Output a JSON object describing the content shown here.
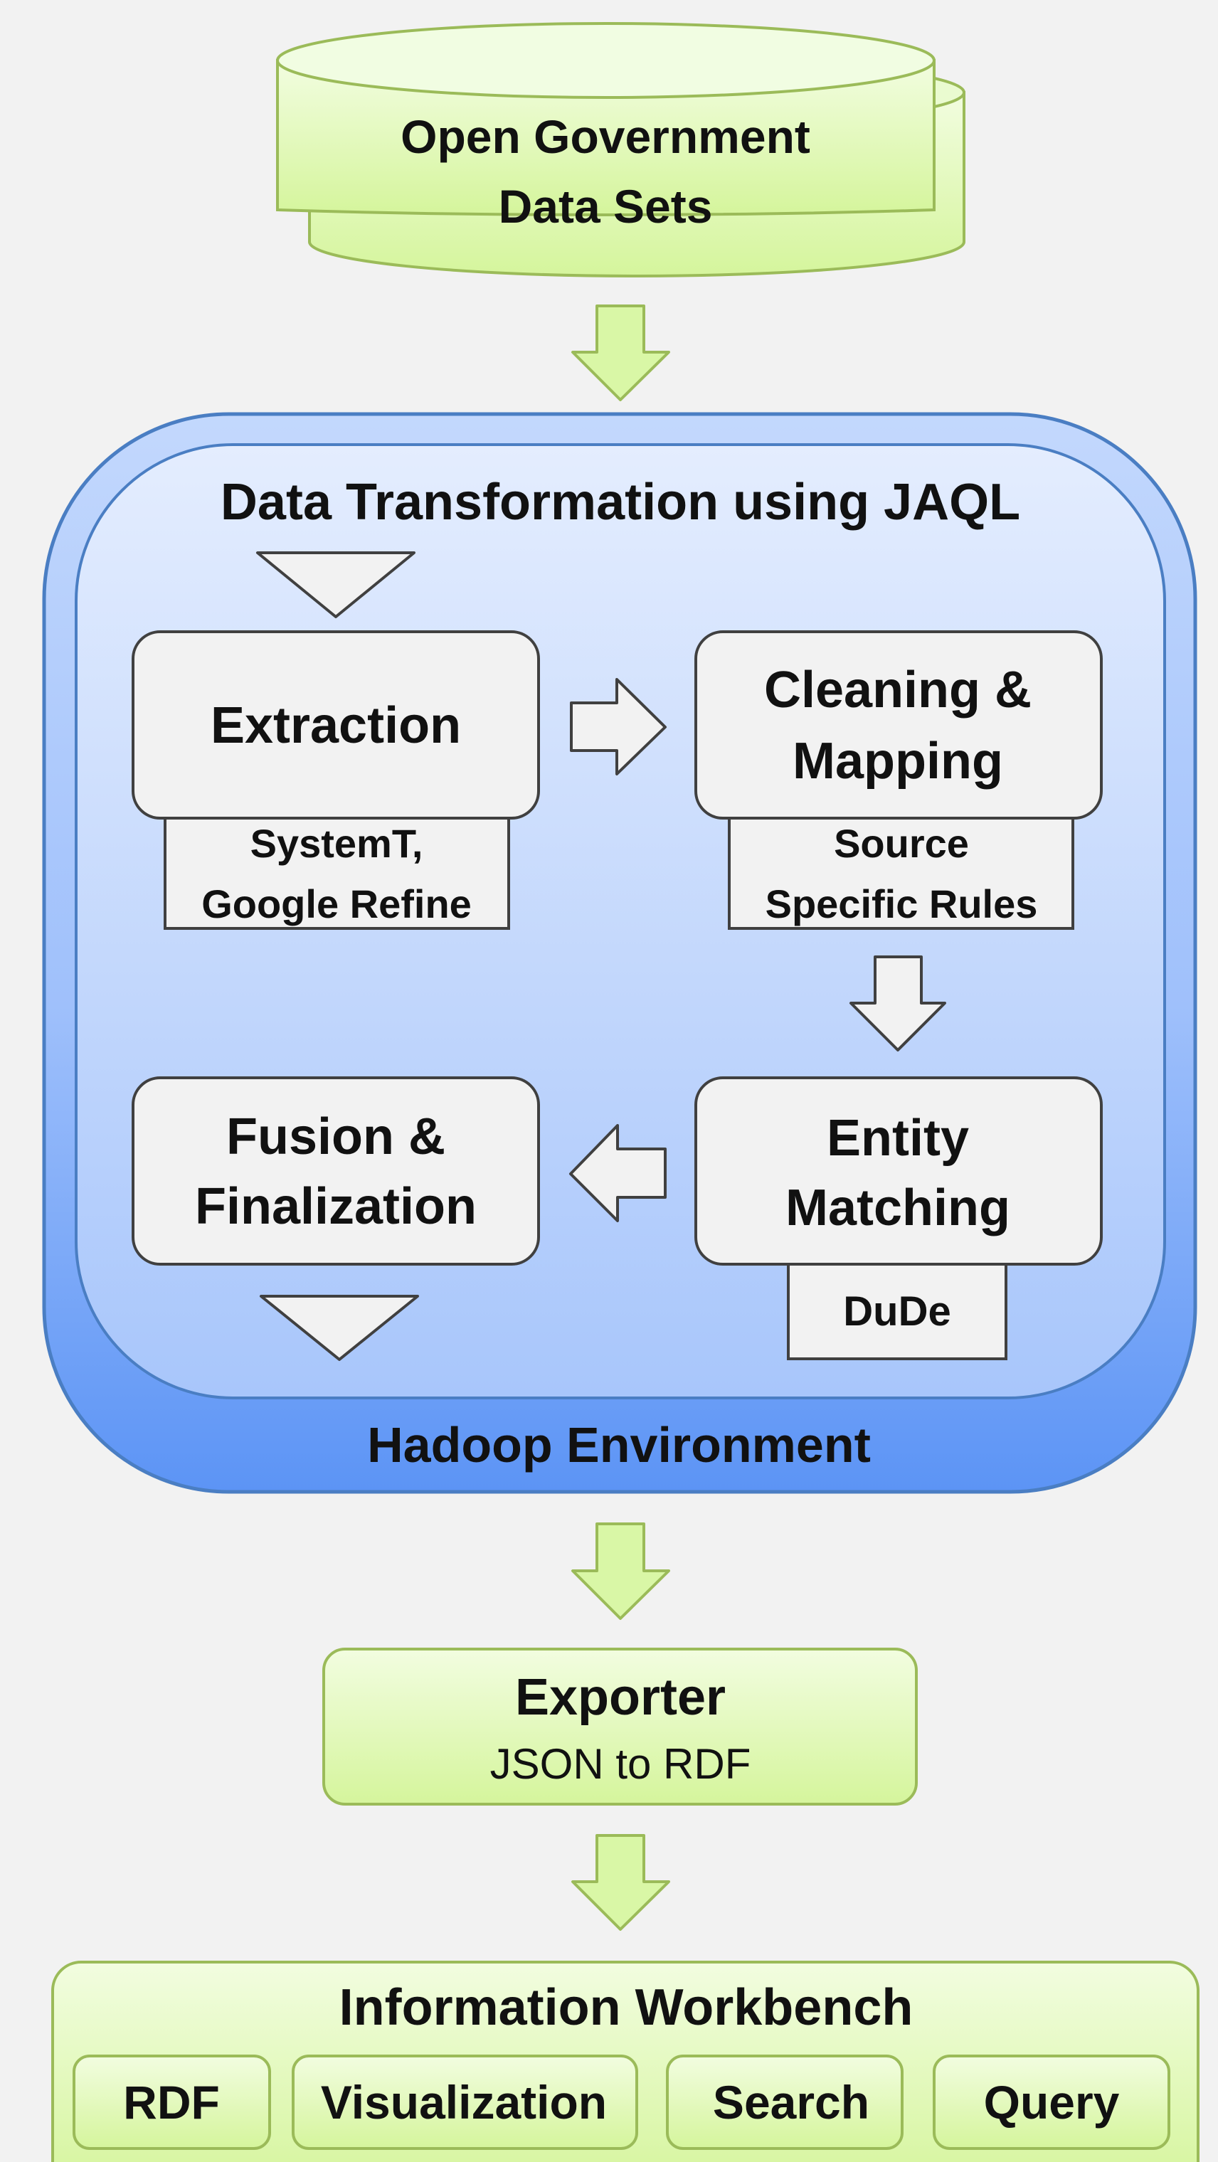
{
  "source": {
    "line1": "Open Government",
    "line2": "Data Sets"
  },
  "hadoop": {
    "label": "Hadoop Environment",
    "jaql": {
      "title": "Data Transformation using JAQL",
      "extraction": {
        "title": "Extraction",
        "tool_line1": "SystemT,",
        "tool_line2": "Google Refine"
      },
      "cleaning": {
        "title_line1": "Cleaning &",
        "title_line2": "Mapping",
        "tool_line1": "Source",
        "tool_line2": "Specific Rules"
      },
      "entity": {
        "title_line1": "Entity",
        "title_line2": "Matching",
        "tool": "DuDe"
      },
      "fusion": {
        "title_line1": "Fusion &",
        "title_line2": "Finalization"
      }
    }
  },
  "exporter": {
    "title": "Exporter",
    "subtitle": "JSON to RDF"
  },
  "workbench": {
    "title": "Information Workbench",
    "items": [
      "RDF",
      "Visualization",
      "Search",
      "Query"
    ]
  },
  "colors": {
    "green_fill": "#d9f7a6",
    "green_stroke": "#9bbb59",
    "blue_outer": "#5f95f5",
    "blue_inner": "#dbe7fe",
    "blue_stroke": "#4a7ec3",
    "box_fill": "#f2f2f2",
    "box_stroke": "#404040"
  }
}
